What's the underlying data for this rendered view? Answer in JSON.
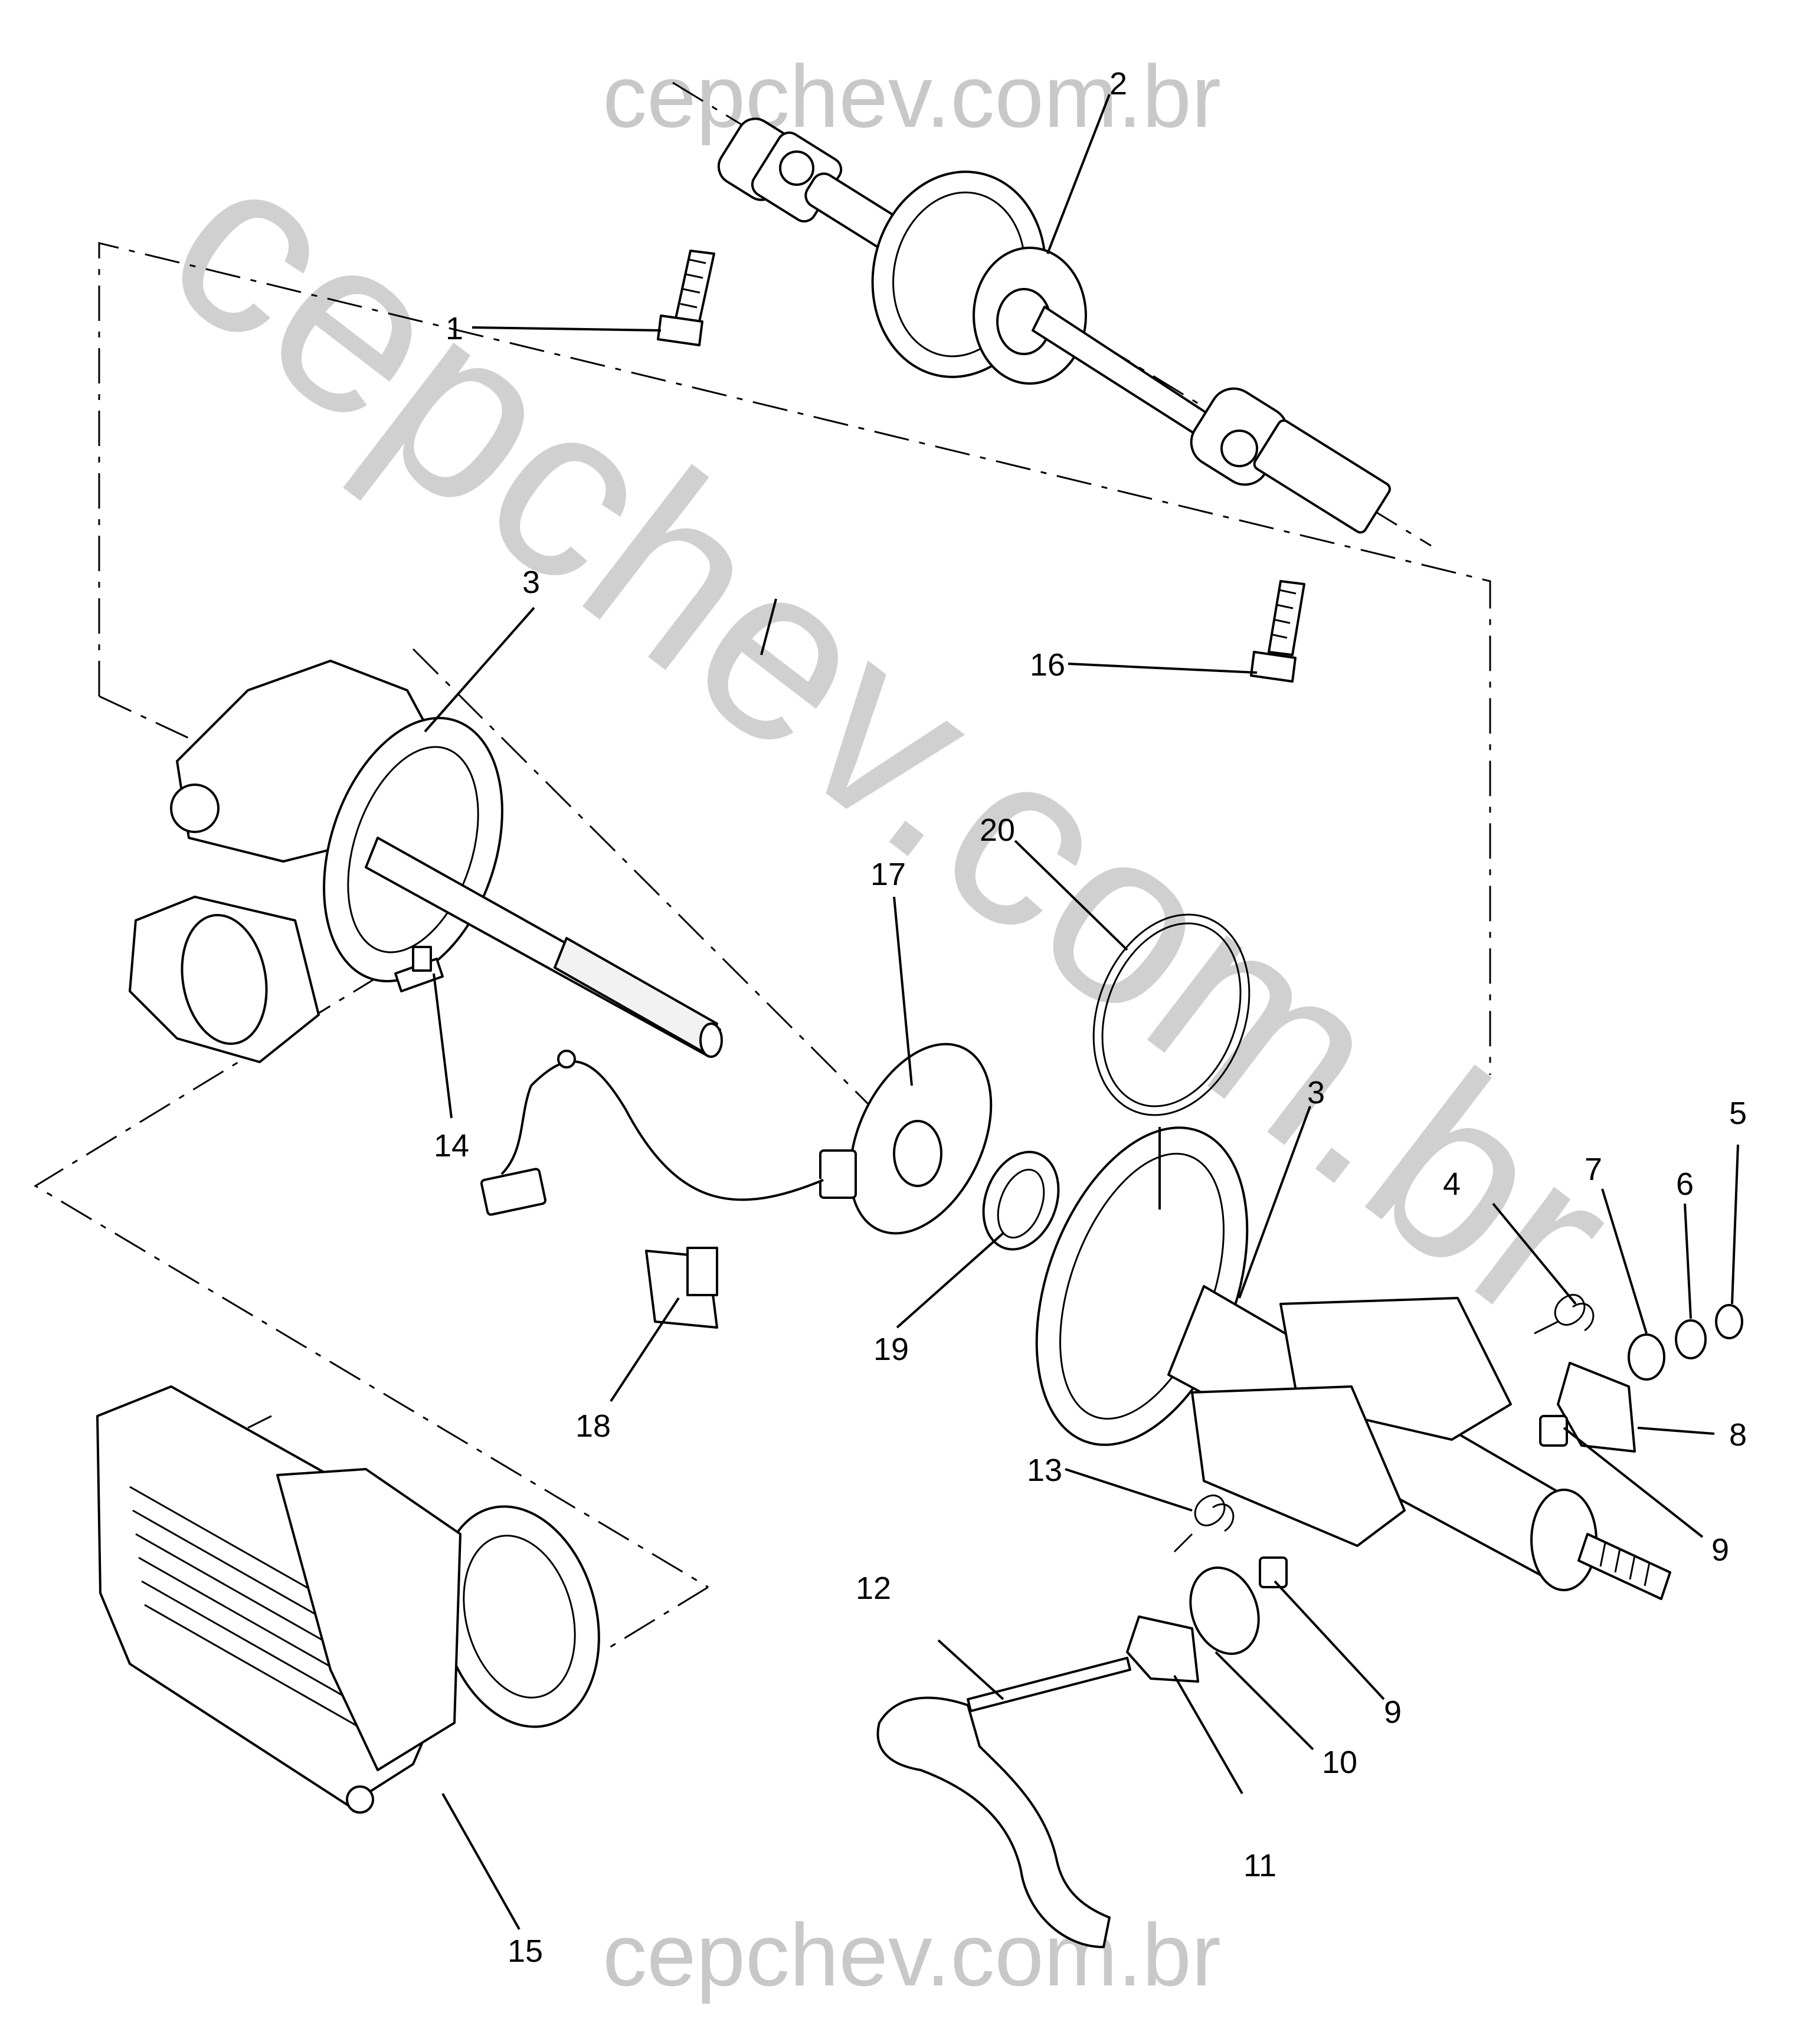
{
  "watermark": {
    "top": "cepchev.com.br",
    "bottom": "cepchev.com.br",
    "diagonal": "cepchev.com.br"
  },
  "callouts": [
    {
      "id": "1",
      "label": "1"
    },
    {
      "id": "2",
      "label": "2"
    },
    {
      "id": "3a",
      "label": "3"
    },
    {
      "id": "3b",
      "label": "3"
    },
    {
      "id": "4",
      "label": "4"
    },
    {
      "id": "5",
      "label": "5"
    },
    {
      "id": "6",
      "label": "6"
    },
    {
      "id": "7",
      "label": "7"
    },
    {
      "id": "8",
      "label": "8"
    },
    {
      "id": "9a",
      "label": "9"
    },
    {
      "id": "9b",
      "label": "9"
    },
    {
      "id": "10",
      "label": "10"
    },
    {
      "id": "11",
      "label": "11"
    },
    {
      "id": "12",
      "label": "12"
    },
    {
      "id": "13",
      "label": "13"
    },
    {
      "id": "14",
      "label": "14"
    },
    {
      "id": "15",
      "label": "15"
    },
    {
      "id": "16",
      "label": "16"
    },
    {
      "id": "17",
      "label": "17"
    },
    {
      "id": "18",
      "label": "18"
    },
    {
      "id": "19",
      "label": "19"
    },
    {
      "id": "20",
      "label": "20"
    }
  ]
}
